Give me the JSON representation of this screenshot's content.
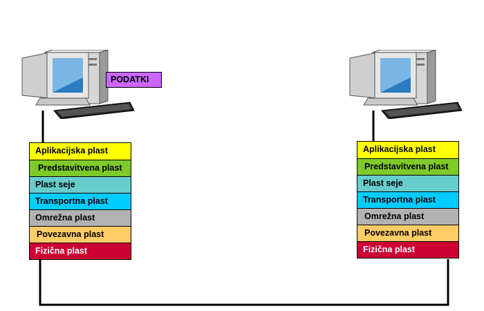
{
  "data_tag": "PODATKI",
  "stacks": [
    {
      "layers": [
        {
          "label": "Aplikacijska plast",
          "color": "#ffff00"
        },
        {
          "label": "Predstavitvena plast",
          "color": "#7fca2a"
        },
        {
          "label": "Plast seje",
          "color": "#66cccc"
        },
        {
          "label": "Transportna plast",
          "color": "#00ccff"
        },
        {
          "label": "Omrežna plast",
          "color": "#b2b2b2"
        },
        {
          "label": "Povezavna plast",
          "color": "#ffcc66"
        },
        {
          "label": "Fizična plast",
          "color": "#cc0033"
        }
      ]
    },
    {
      "layers": [
        {
          "label": "Aplikacijska plast",
          "color": "#ffff00"
        },
        {
          "label": "Predstavitvena plast",
          "color": "#7fca2a"
        },
        {
          "label": "Plast seje",
          "color": "#66cccc"
        },
        {
          "label": "Transportna plast",
          "color": "#00ccff"
        },
        {
          "label": "Omrežna plast",
          "color": "#b2b2b2"
        },
        {
          "label": "Povezavna plast",
          "color": "#ffcc66"
        },
        {
          "label": "Fizična plast",
          "color": "#cc0033"
        }
      ]
    }
  ]
}
